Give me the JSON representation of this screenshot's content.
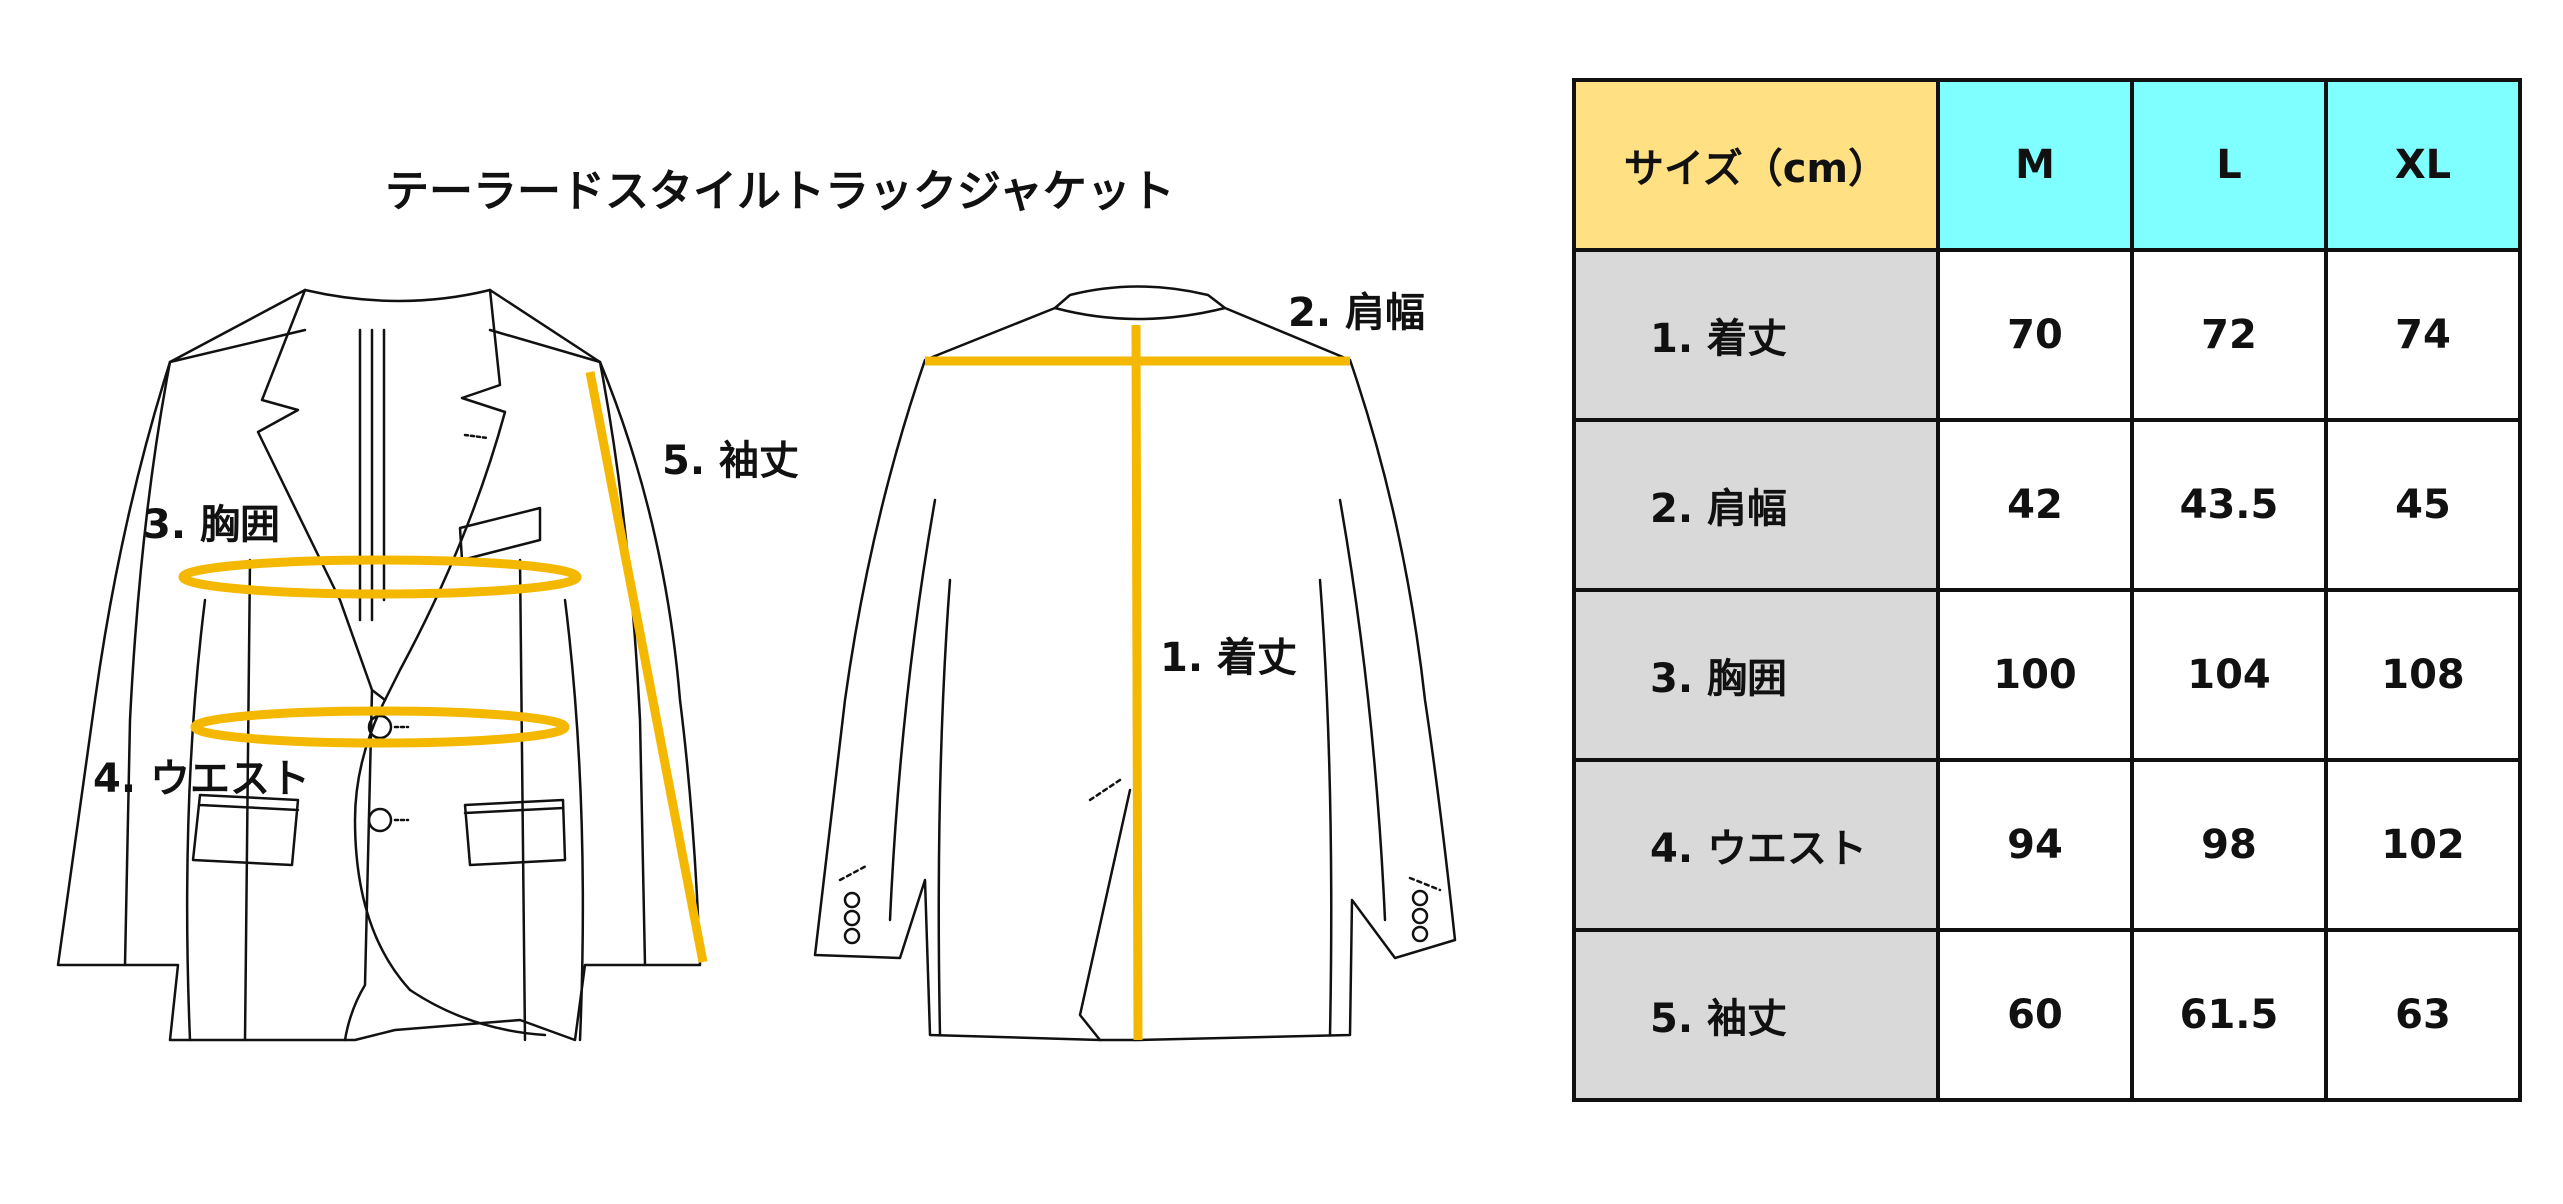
{
  "title": "テーラードスタイルトラックジャケット",
  "diagram": {
    "labels": {
      "shoulder": "2. 肩幅",
      "sleeve": "5. 袖丈",
      "chest": "3. 胸囲",
      "length": "1. 着丈",
      "waist": "4. ウエスト"
    },
    "line_color": "#f5b800",
    "front_icon": "jacket-front-icon",
    "back_icon": "jacket-back-icon"
  },
  "table": {
    "corner": "サイズ（cm）",
    "columns": [
      "M",
      "L",
      "XL"
    ],
    "rows": [
      {
        "label": "1. 着丈",
        "values": [
          "70",
          "72",
          "74"
        ]
      },
      {
        "label": "2. 肩幅",
        "values": [
          "42",
          "43.5",
          "45"
        ]
      },
      {
        "label": "3. 胸囲",
        "values": [
          "100",
          "104",
          "108"
        ]
      },
      {
        "label": "4. ウエスト",
        "values": [
          "94",
          "98",
          "102"
        ]
      },
      {
        "label": "5. 袖丈",
        "values": [
          "60",
          "61.5",
          "63"
        ]
      }
    ],
    "colors": {
      "header_sizes": "#7fffff",
      "corner": "#ffe082",
      "row_labels": "#d9d9d9"
    }
  }
}
